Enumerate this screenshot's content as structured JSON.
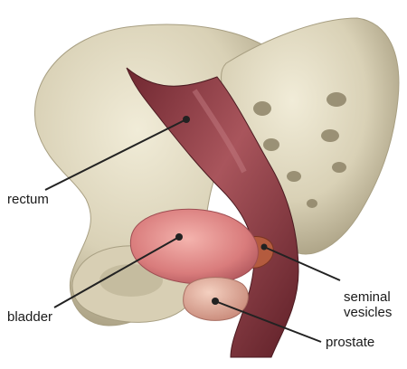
{
  "labels": {
    "rectum": "rectum",
    "bladder": "bladder",
    "seminal_line1": "seminal",
    "seminal_line2": "vesicles",
    "prostate": "prostate"
  },
  "colors": {
    "bone": "#ddd7bf",
    "bone_shadow": "#b9b095",
    "rectum": "#8a3b42",
    "rectum_light": "#b0636a",
    "bladder": "#e08c8c",
    "prostate": "#e7b7a4",
    "leader": "#222222"
  }
}
